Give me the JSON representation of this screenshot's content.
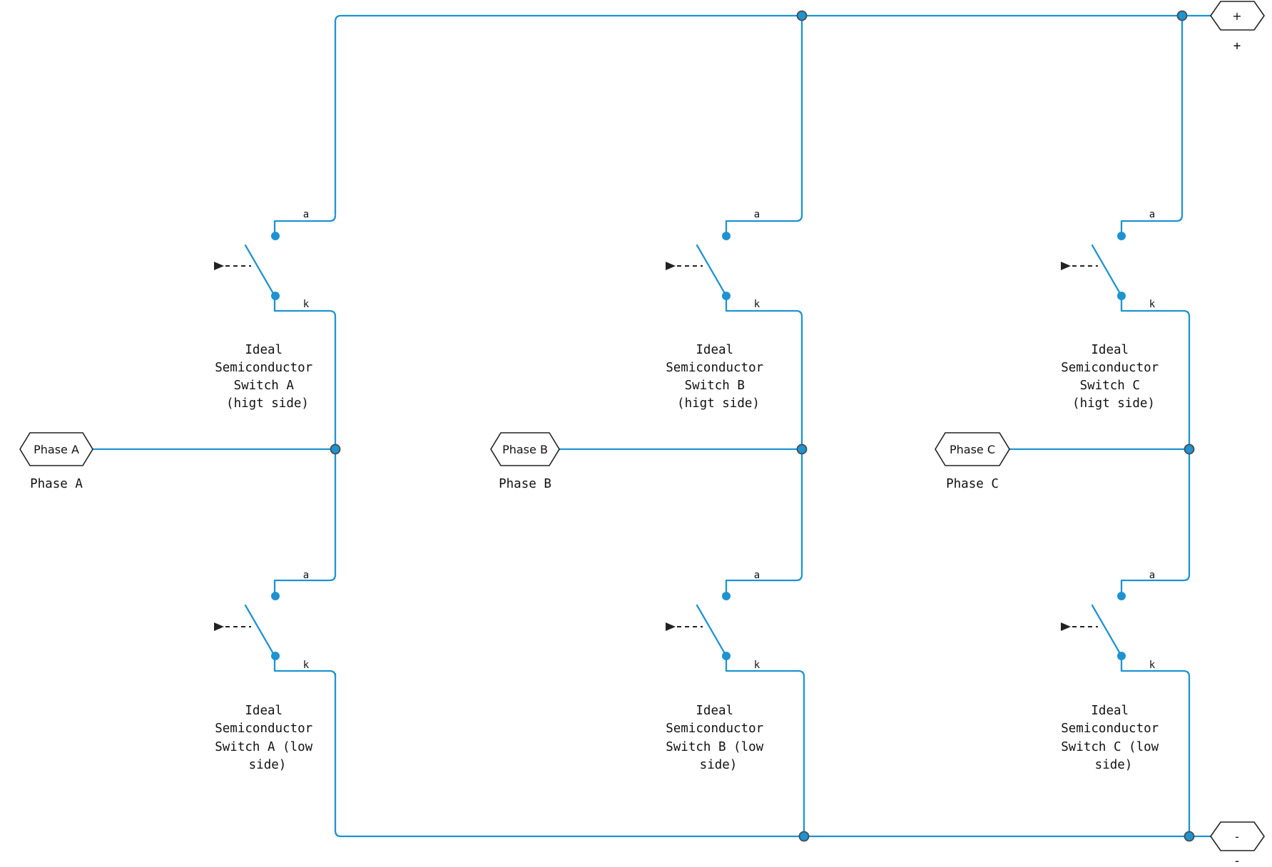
{
  "colors": {
    "wire": "#1f93d1",
    "junction_outline": "#4b4b4b",
    "text": "#111111",
    "background": "#ffffff"
  },
  "dc_ports": {
    "plus": {
      "symbol": "+",
      "caption": "+"
    },
    "minus": {
      "symbol": "-",
      "caption": "-"
    }
  },
  "phases": [
    {
      "port": {
        "symbol": "Phase A",
        "caption": "Phase A"
      },
      "high_switch": {
        "pin_a": "a",
        "pin_k": "k",
        "label_lines": [
          "Ideal",
          "Semiconductor",
          "Switch A",
          "(higt side)"
        ]
      },
      "low_switch": {
        "pin_a": "a",
        "pin_k": "k",
        "label_lines": [
          "Ideal",
          "Semiconductor",
          "Switch A (low",
          "side)"
        ]
      }
    },
    {
      "port": {
        "symbol": "Phase B",
        "caption": "Phase B"
      },
      "high_switch": {
        "pin_a": "a",
        "pin_k": "k",
        "label_lines": [
          "Ideal",
          "Semiconductor",
          "Switch B",
          "(higt side)"
        ]
      },
      "low_switch": {
        "pin_a": "a",
        "pin_k": "k",
        "label_lines": [
          "Ideal",
          "Semiconductor",
          "Switch B (low",
          "side)"
        ]
      }
    },
    {
      "port": {
        "symbol": "Phase C",
        "caption": "Phase C"
      },
      "high_switch": {
        "pin_a": "a",
        "pin_k": "k",
        "label_lines": [
          "Ideal",
          "Semiconductor",
          "Switch C",
          "(higt side)"
        ]
      },
      "low_switch": {
        "pin_a": "a",
        "pin_k": "k",
        "label_lines": [
          "Ideal",
          "Semiconductor",
          "Switch C (low",
          "side)"
        ]
      }
    }
  ]
}
